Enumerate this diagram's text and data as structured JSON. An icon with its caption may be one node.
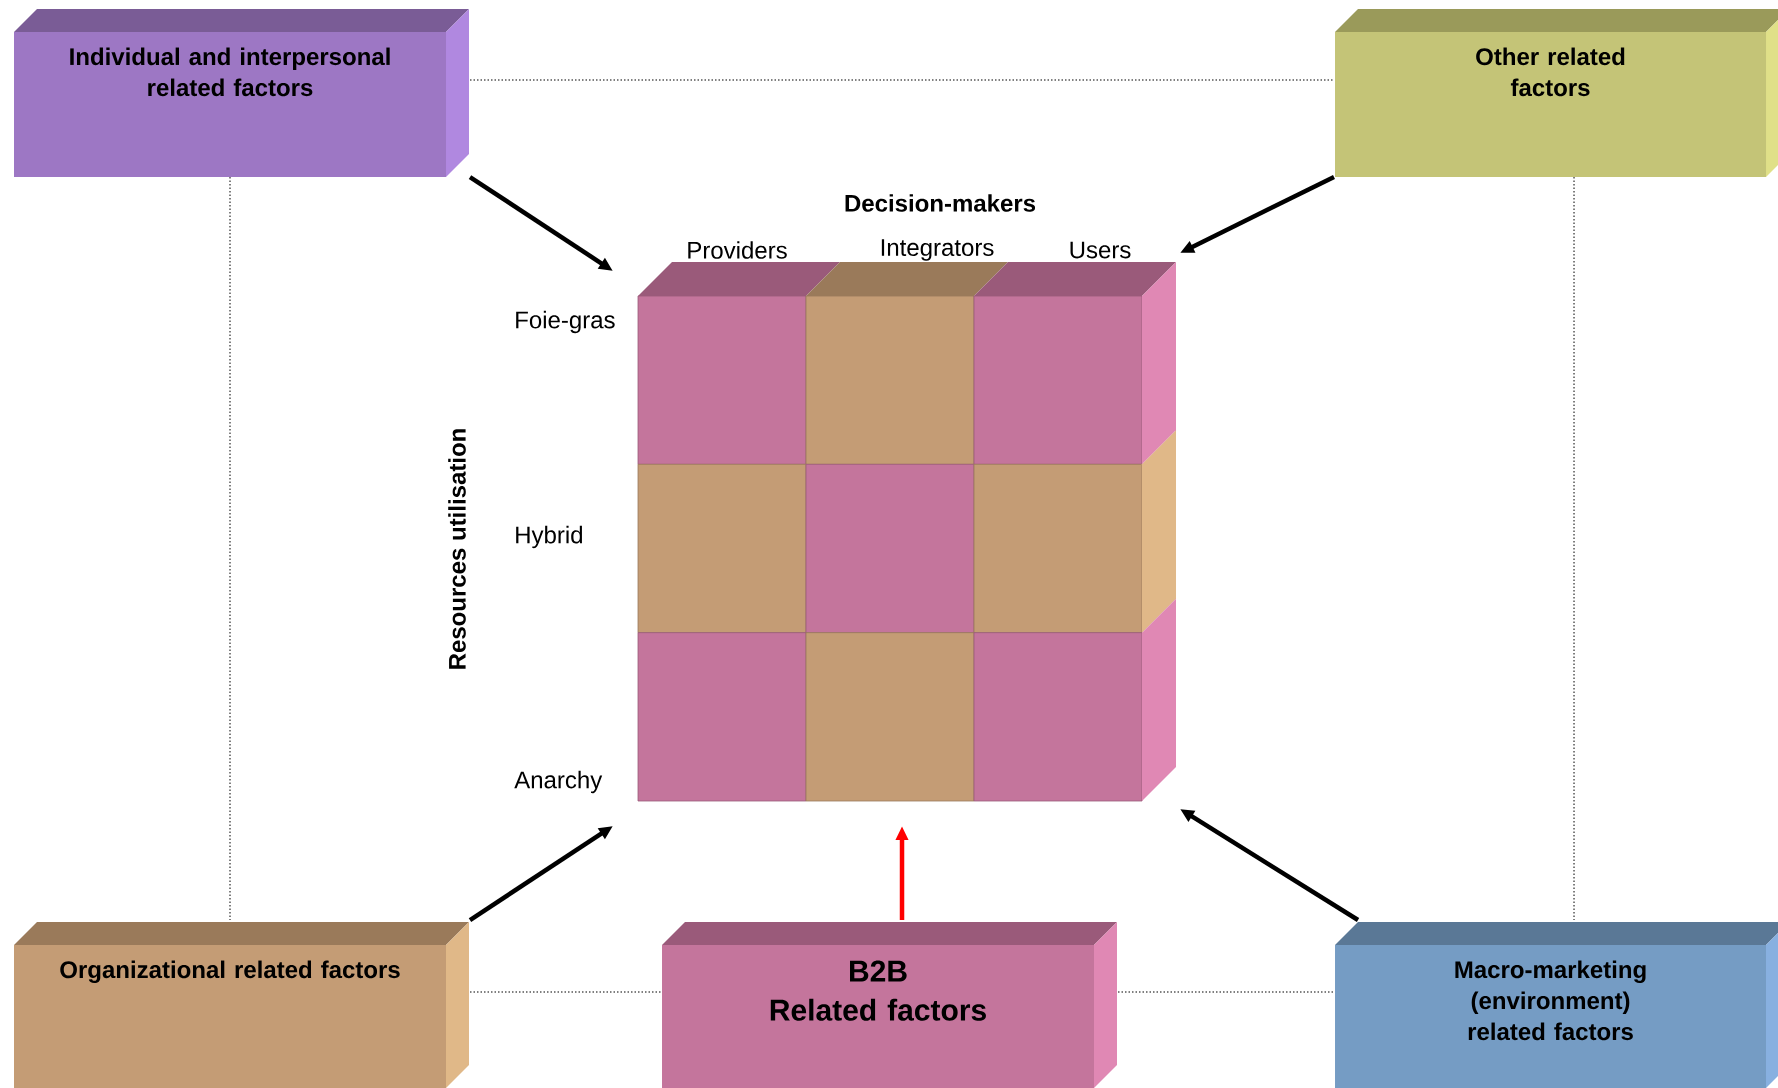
{
  "diagram": {
    "nodes": [
      {
        "text": [
          "Individual and interpersonal related factors"
        ]
      },
      {
        "text": [
          "Other related factors"
        ]
      },
      {
        "text": [],
        "shape": "box"
      },
      {
        "text": [
          "Organizational related factors"
        ]
      },
      {
        "text": [
          "B2B",
          "Related factors"
        ]
      },
      {
        "text": [
          "Macro-marketing (environment) related factors"
        ]
      }
    ],
    "edges": [
      {
        "from": 0,
        "to": 2,
        "arrow": "to",
        "style": "thick"
      },
      {
        "from": 1,
        "to": 2,
        "arrow": "to",
        "style": "thick"
      },
      {
        "from": 3,
        "to": 2,
        "arrow": "to",
        "style": "thick"
      },
      {
        "from": 4,
        "to": 2,
        "arrow": "to",
        "style": "thick",
        "color": "#ff0000"
      },
      {
        "from": 5,
        "to": 2,
        "arrow": "to",
        "style": "thick"
      },
      {
        "from": 0,
        "to": 1,
        "arrow": "none",
        "style": "dashed"
      },
      {
        "from": 0,
        "to": 3,
        "arrow": "none",
        "style": "dashed"
      },
      {
        "from": 1,
        "to": 5,
        "arrow": "none",
        "style": "dashed"
      },
      {
        "from": 3,
        "to": 4,
        "arrow": "none",
        "style": "dashed"
      },
      {
        "from": 4,
        "to": 5,
        "arrow": "none",
        "style": "dashed"
      }
    ],
    "labels": [
      "Decision-makers",
      "Providers",
      "Integrators",
      "Users",
      "Foie-gras",
      "Resources utilisation",
      "Hybrid",
      "Anarchy"
    ]
  }
}
